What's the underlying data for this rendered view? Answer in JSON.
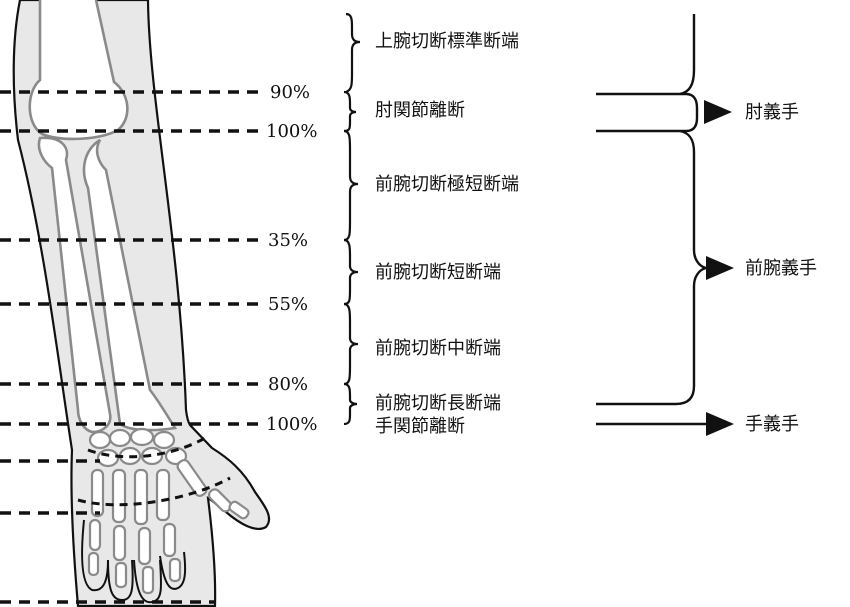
{
  "percent_labels": {
    "humerus_90": "90%",
    "humerus_100": "100%",
    "forearm_35": "35%",
    "forearm_55": "55%",
    "forearm_80": "80%",
    "forearm_100": "100%"
  },
  "amputation_levels": {
    "upper_arm_standard": "上腕切断標準断端",
    "elbow_disarticulation": "肘関節離断",
    "forearm_very_short": "前腕切断極短断端",
    "forearm_short": "前腕切断短断端",
    "forearm_medium": "前腕切断中断端",
    "forearm_long": "前腕切断長断端",
    "wrist_disarticulation": "手関節離断"
  },
  "prostheses": {
    "elbow": "肘義手",
    "forearm": "前腕義手",
    "hand": "手義手"
  }
}
